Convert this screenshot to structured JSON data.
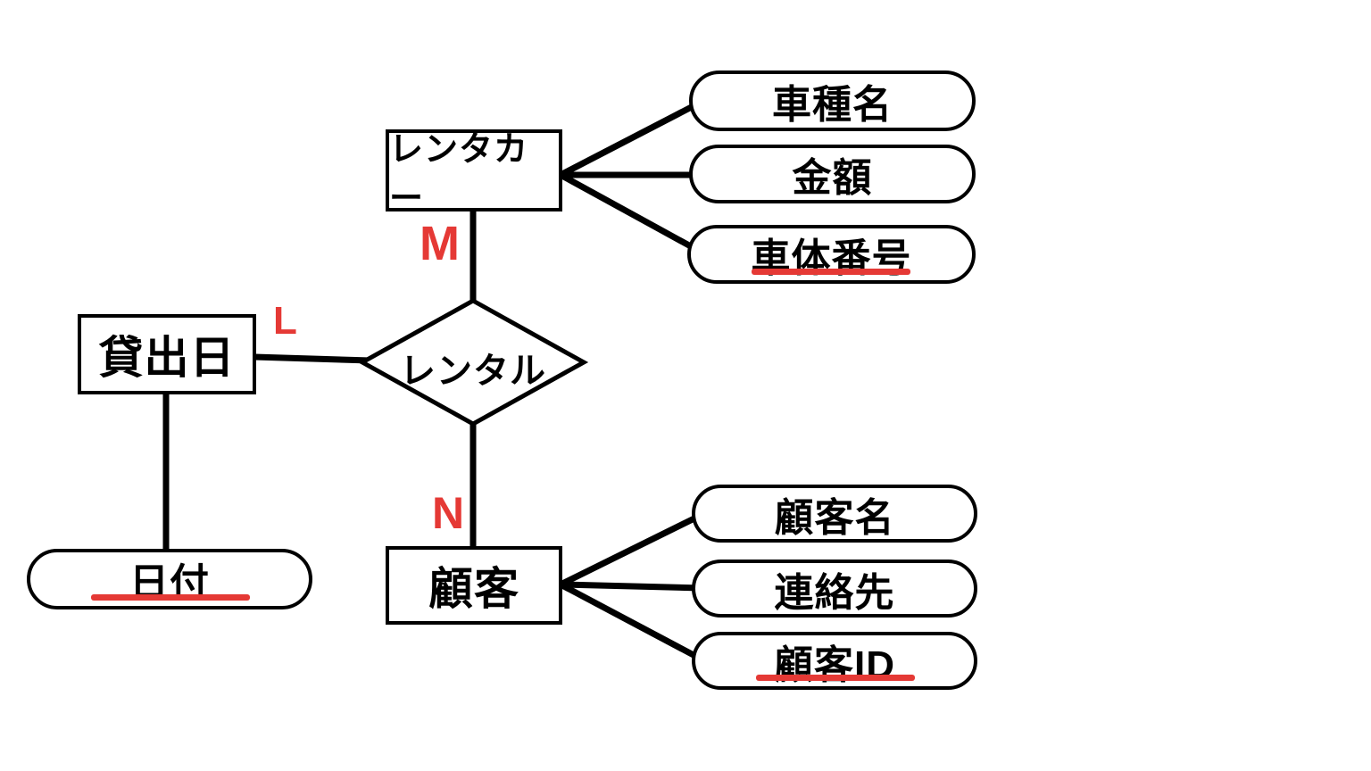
{
  "diagram": {
    "type": "er-diagram",
    "language": "ja",
    "colors": {
      "accent_red": "#e53935",
      "line_black": "#000000",
      "background": "#ffffff"
    },
    "entities": {
      "rental_car": {
        "label": "レンタカー"
      },
      "lending_date": {
        "label": "貸出日"
      },
      "customer": {
        "label": "顧客"
      }
    },
    "relationship": {
      "label": "レンタル"
    },
    "cardinality": {
      "rental_car_side": "M",
      "lending_date_side": "L",
      "customer_side": "N"
    },
    "attributes": {
      "car_model_name": {
        "label": "車種名",
        "is_key": false
      },
      "price": {
        "label": "金額",
        "is_key": false
      },
      "body_number": {
        "label": "車体番号",
        "is_key": true
      },
      "date": {
        "label": "日付",
        "is_key": true
      },
      "customer_name": {
        "label": "顧客名",
        "is_key": false
      },
      "contact": {
        "label": "連絡先",
        "is_key": false
      },
      "customer_id": {
        "label": "顧客ID",
        "is_key": true
      }
    }
  }
}
